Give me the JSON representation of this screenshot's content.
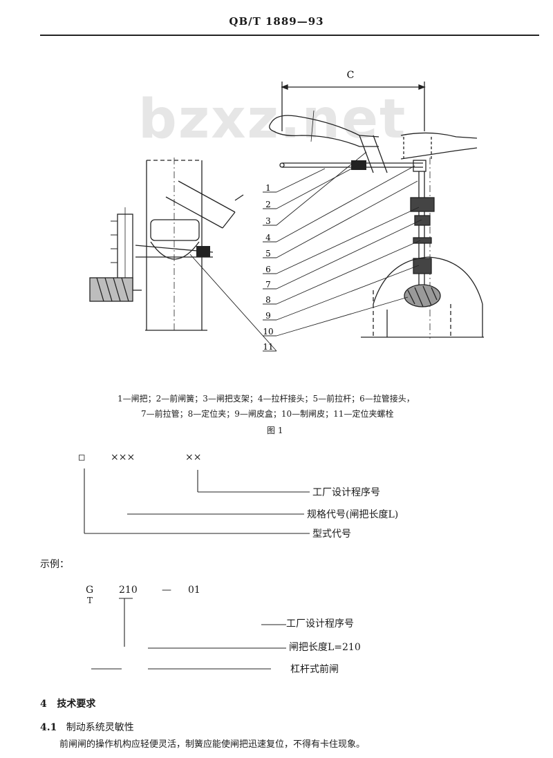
{
  "header": {
    "code": "QB/T 1889—93"
  },
  "watermark": "bzxz.net",
  "figure": {
    "dimension_label": "C",
    "callouts": [
      "1",
      "2",
      "3",
      "4",
      "5",
      "6",
      "7",
      "8",
      "9",
      "10",
      "11"
    ],
    "caption_line1": "1—闸把；2—前闸簧；3—闸把支架；4—拉杆接头；5—前拉杆；6—拉管接头，",
    "caption_line2": "7—前拉管；8—定位夹；9—闸皮盒；10—制闸皮；11—定位夹螺栓",
    "title": "图 1"
  },
  "code_diagram": {
    "prefix": "□",
    "spec_placeholder": "×××",
    "seq_placeholder": "××",
    "label_sequence": "工厂设计程序号",
    "label_spec": "规格代号(闸把长度L)",
    "label_type": "型式代号"
  },
  "example": {
    "heading": "示例：",
    "type_code_top": "G",
    "type_code_bottom": "T",
    "length": "210",
    "dash": "—",
    "seq": "01",
    "label_sequence": "工厂设计程序号",
    "label_length": "闸把长度L=210",
    "label_type": "杠杆式前闸"
  },
  "section4": {
    "number": "4",
    "title": "技术要求",
    "sub_number": "4.1",
    "sub_title": "制动系统灵敏性",
    "paragraph": "前闸闸的操作机构应轻便灵活，制簧应能使闸把迅速复位，不得有卡住现象。"
  }
}
